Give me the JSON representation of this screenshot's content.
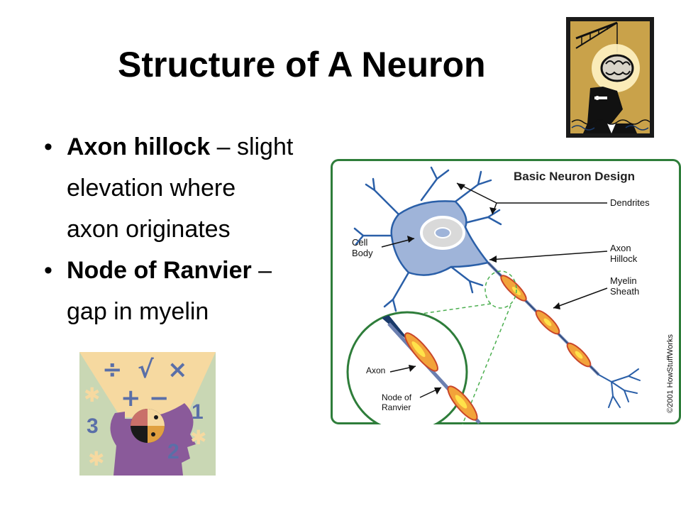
{
  "slide": {
    "title": "Structure of  A Neuron",
    "bullets": [
      {
        "term": "Axon hillock",
        "sep": " – ",
        "lines": [
          "slight",
          "elevation where",
          "axon originates"
        ]
      },
      {
        "term": "Node of Ranvier",
        "sep": " – ",
        "lines": [
          "",
          "gap in myelin"
        ]
      }
    ]
  },
  "diagram": {
    "title": "Basic Neuron Design",
    "labels": {
      "dendrites": "Dendrites",
      "cell_body_1": "Cell",
      "cell_body_2": "Body",
      "axon_hillock_1": "Axon",
      "axon_hillock_2": "Hillock",
      "myelin_1": "Myelin",
      "myelin_2": "Sheath",
      "axon": "Axon",
      "node_1": "Node of",
      "node_2": "Ranvier",
      "copyright": "©2001 HowStuffWorks"
    }
  },
  "math_clip": {
    "symbols": [
      "÷",
      "√",
      "×",
      "+",
      "−"
    ],
    "numbers": [
      "1",
      "2",
      "3"
    ]
  },
  "colors": {
    "diagram_border": "#2e7d3a",
    "cell_body": "#9fb4d9",
    "myelin": "#f2a33a",
    "clip_bg": "#c9d7b4",
    "clip_head": "#8a5a9a",
    "clip_gold": "#f6d9a0"
  }
}
